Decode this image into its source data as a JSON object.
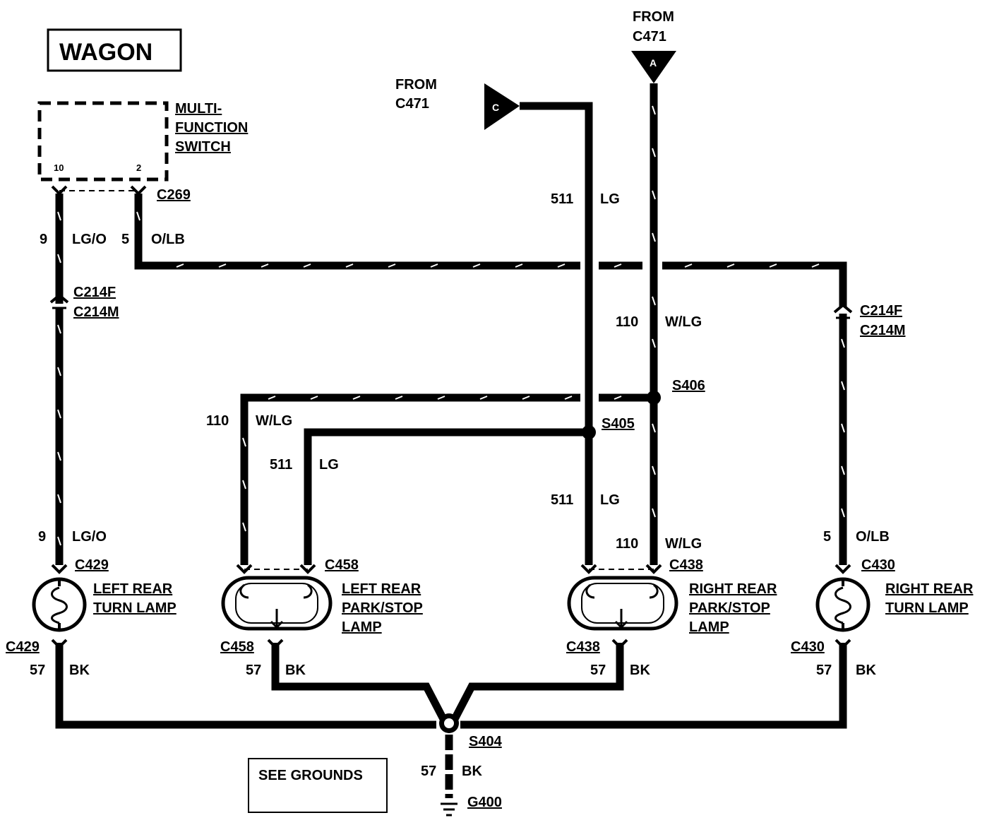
{
  "title": "WAGON",
  "switch": {
    "line1": "MULTI-",
    "line2": "FUNCTION",
    "line3": "SWITCH",
    "pin_a": "10",
    "pin_b": "2"
  },
  "connectors": {
    "c269": "C269",
    "c214f_left": "C214F",
    "c214m_left": "C214M",
    "c214f_right": "C214F",
    "c214m_right": "C214M",
    "c429_top": "C429",
    "c429_bottom": "C429",
    "c458_top": "C458",
    "c458_bottom": "C458",
    "c438_top": "C438",
    "c438_bottom": "C438",
    "c430_top": "C430",
    "c430_bottom": "C430"
  },
  "from_c": {
    "line1": "FROM",
    "line2": "C471",
    "letter": "C"
  },
  "from_a": {
    "line1": "FROM",
    "line2": "C471",
    "letter": "A"
  },
  "splices": {
    "s404": "S404",
    "s405": "S405",
    "s406": "S406"
  },
  "ground": {
    "label": "G400",
    "note": "SEE GROUNDS"
  },
  "wires": {
    "left_upper": {
      "num": "9",
      "color": "LG/O"
    },
    "mfs_out": {
      "num": "5",
      "color": "O/LB"
    },
    "c_feed": {
      "num": "511",
      "color": "LG"
    },
    "a_feed": {
      "num": "110",
      "color": "W/LG"
    },
    "left_park_110": {
      "num": "110",
      "color": "W/LG"
    },
    "left_park_511": {
      "num": "511",
      "color": "LG"
    },
    "right_park_511": {
      "num": "511",
      "color": "LG"
    },
    "right_park_110": {
      "num": "110",
      "color": "W/LG"
    },
    "left_lower": {
      "num": "9",
      "color": "LG/O"
    },
    "right_turn": {
      "num": "5",
      "color": "O/LB"
    },
    "gnd1": {
      "num": "57",
      "color": "BK"
    },
    "gnd2": {
      "num": "57",
      "color": "BK"
    },
    "gnd3": {
      "num": "57",
      "color": "BK"
    },
    "gnd4": {
      "num": "57",
      "color": "BK"
    },
    "gnd_main": {
      "num": "57",
      "color": "BK"
    }
  },
  "lamps": {
    "left_turn": {
      "line1": "LEFT REAR",
      "line2": "TURN LAMP"
    },
    "left_park": {
      "line1": "LEFT REAR",
      "line2": "PARK/STOP",
      "line3": "LAMP"
    },
    "right_park": {
      "line1": "RIGHT REAR",
      "line2": "PARK/STOP",
      "line3": "LAMP"
    },
    "right_turn": {
      "line1": "RIGHT REAR",
      "line2": "TURN LAMP"
    }
  }
}
